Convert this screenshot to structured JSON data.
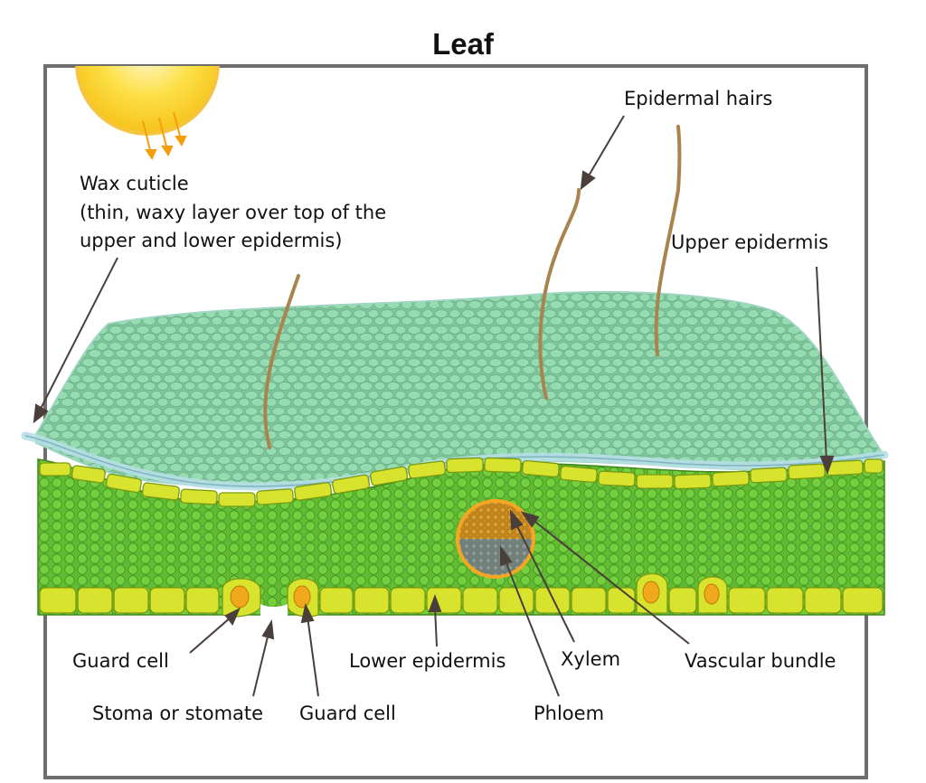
{
  "title": "Leaf",
  "labels": {
    "wax_cuticle_line1": "Wax cuticle",
    "wax_cuticle_line2": "(thin, waxy layer over top of the",
    "wax_cuticle_line3": "upper and lower epidermis)",
    "epidermal_hairs": "Epidermal hairs",
    "upper_epidermis": "Upper epidermis",
    "guard_cell_left": "Guard cell",
    "stoma": "Stoma or stomate",
    "guard_cell_right": "Guard cell",
    "lower_epidermis": "Lower epidermis",
    "xylem": "Xylem",
    "phloem": "Phloem",
    "vascular_bundle": "Vascular bundle"
  },
  "colors": {
    "frame": "#6e6e6e",
    "sun": "#fde047",
    "sun_ray": "#f59e0b",
    "upper_surface": "#8fd3a8",
    "mesophyll": "#6dc73a",
    "epidermis_cell": "#d7e32c",
    "xylem": "#c98b1e",
    "phloem": "#7e8b86",
    "bundle_ring": "#f5a623",
    "hair": "#a9844f",
    "pointer": "#4a3f3a"
  }
}
